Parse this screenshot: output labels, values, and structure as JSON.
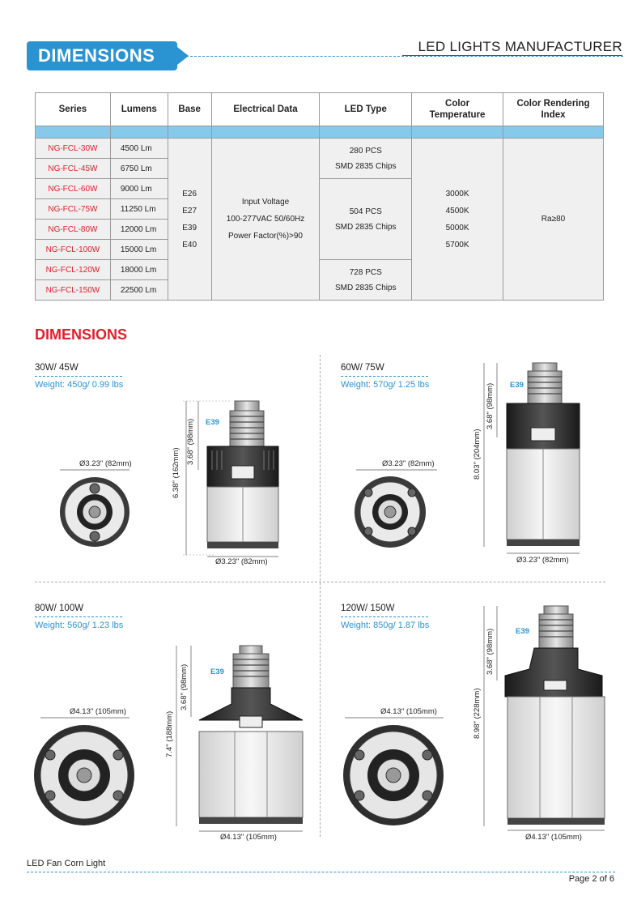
{
  "header": {
    "tab_title": "DIMENSIONS",
    "right_title": "LED LIGHTS MANUFACTURER"
  },
  "table": {
    "headers": [
      "Series",
      "Lumens",
      "Base",
      "Electrical Data",
      "LED Type",
      "Color Temperature",
      "Color Rendering Index"
    ],
    "rows": [
      {
        "series": "NG-FCL-30W",
        "lumens": "4500 Lm"
      },
      {
        "series": "NG-FCL-45W",
        "lumens": "6750 Lm"
      },
      {
        "series": "NG-FCL-60W",
        "lumens": "9000 Lm"
      },
      {
        "series": "NG-FCL-75W",
        "lumens": "11250 Lm"
      },
      {
        "series": "NG-FCL-80W",
        "lumens": "12000 Lm"
      },
      {
        "series": "NG-FCL-100W",
        "lumens": "15000 Lm"
      },
      {
        "series": "NG-FCL-120W",
        "lumens": "18000 Lm"
      },
      {
        "series": "NG-FCL-150W",
        "lumens": "22500 Lm"
      }
    ],
    "base": [
      "E26",
      "E27",
      "E39",
      "E40"
    ],
    "electrical": [
      "Input Voltage",
      "100-277VAC 50/60Hz",
      "Power Factor(%)>90"
    ],
    "led_types": [
      [
        "280 PCS",
        "SMD 2835 Chips"
      ],
      [
        "504 PCS",
        "SMD 2835 Chips"
      ],
      [
        "728 PCS",
        "SMD 2835 Chips"
      ]
    ],
    "color_temps": [
      "3000K",
      "4500K",
      "5000K",
      "5700K"
    ],
    "cri": "Ra≥80"
  },
  "section_title": "DIMENSIONS",
  "quadrants": [
    {
      "title": "30W/ 45W",
      "weight": "Weight: 450g/ 0.99 lbs",
      "diameter": "Ø3.23\" (82mm)",
      "height": "6.38\" (162mm)",
      "top_height": "3.68\" (98mm)",
      "base": "E39"
    },
    {
      "title": "60W/ 75W",
      "weight": "Weight: 570g/ 1.25 lbs",
      "diameter": "Ø3.23\" (82mm)",
      "height": "8.03\" (204mm)",
      "top_height": "3.68\" (98mm)",
      "base": "E39"
    },
    {
      "title": "80W/ 100W",
      "weight": "Weight: 560g/ 1.23 lbs",
      "diameter": "Ø4.13\" (105mm)",
      "height": "7.4\" (188mm)",
      "top_height": "3.68\" (98mm)",
      "base": "E39"
    },
    {
      "title": "120W/ 150W",
      "weight": "Weight: 850g/ 1.87 lbs",
      "diameter": "Ø4.13\" (105mm)",
      "height": "8.98\" (228mm)",
      "top_height": "3.68\" (98mm)",
      "base": "E39"
    }
  ],
  "footer": {
    "left": "LED Fan Corn Light",
    "right": "Page 2 of 6"
  },
  "colors": {
    "accent": "#2a94d3",
    "red": "#e0202b",
    "table_band": "#86c9ea"
  }
}
